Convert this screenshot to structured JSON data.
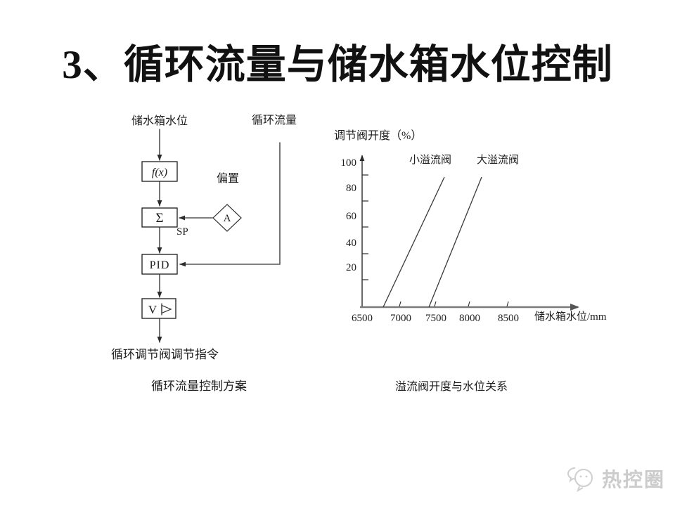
{
  "slide": {
    "title": "3、循环流量与储水箱水位控制"
  },
  "flow": {
    "top_label": "储水箱水位",
    "flow_label": "循环流量",
    "fx": "f(x)",
    "bias": "偏置",
    "sum": "Σ",
    "sp": "SP",
    "a": "A",
    "pid": "PID",
    "v": "V",
    "output": "循环调节阀调节指令",
    "caption": "循环流量控制方案"
  },
  "chart": {
    "y_title": "调节阀开度（%）",
    "x_title": "储水箱水位/mm",
    "yticks": [
      "100",
      "80",
      "60",
      "40",
      "20"
    ],
    "xticks": [
      "6500",
      "7000",
      "7500",
      "8000",
      "8500"
    ],
    "legend": [
      "小溢流阀",
      "大溢流阀"
    ],
    "caption": "溢流阀开度与水位关系"
  },
  "chart_data": {
    "type": "line",
    "title": "溢流阀开度与水位关系",
    "xlabel": "储水箱水位/mm",
    "ylabel": "调节阀开度（%）",
    "xlim": [
      6500,
      9000
    ],
    "ylim": [
      0,
      100
    ],
    "xticks": [
      6500,
      7000,
      7500,
      8000,
      8500
    ],
    "yticks": [
      20,
      40,
      60,
      80,
      100
    ],
    "grid": false,
    "legend_position": "top-inside",
    "series": [
      {
        "name": "小溢流阀",
        "points": [
          [
            6800,
            0
          ],
          [
            7600,
            90
          ]
        ]
      },
      {
        "name": "大溢流阀",
        "points": [
          [
            7400,
            0
          ],
          [
            8100,
            90
          ]
        ]
      }
    ]
  },
  "watermark": {
    "text": "热控圈"
  },
  "colors": {
    "ink": "#2b2b2b",
    "axis_gray": "#7a7a7a",
    "watermark": "#cccccc"
  }
}
